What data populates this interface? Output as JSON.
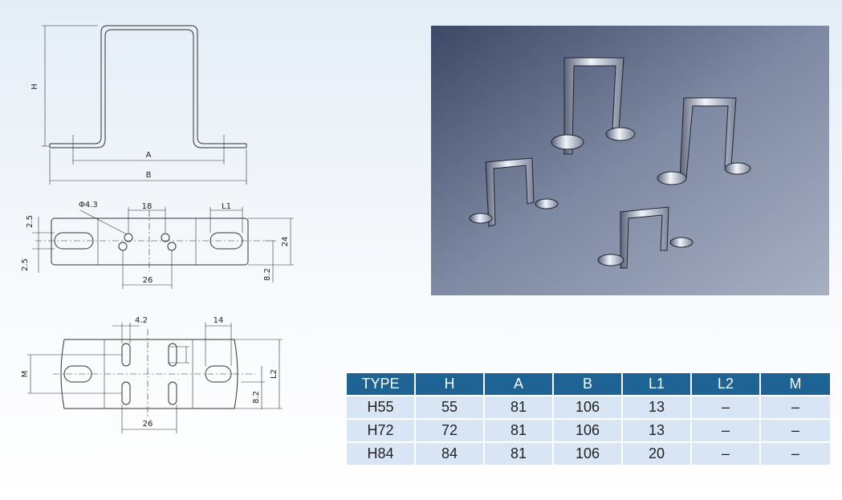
{
  "drawing": {
    "front_view": {
      "label_h": "H",
      "label_a": "A",
      "label_b": "B"
    },
    "base_plan": {
      "dim_hole": "Φ4.3",
      "dim_18": "18",
      "dim_l1": "L1",
      "dim_2_5_top": "2.5",
      "dim_2_5_bottom": "2.5",
      "dim_26": "26",
      "dim_24": "24",
      "dim_8_2": "8.2"
    },
    "base_plan_alt": {
      "dim_4_2": "4.2",
      "dim_14": "14",
      "dim_m": "M",
      "dim_l2": "L2",
      "dim_8_2": "8.2",
      "dim_26": "26"
    }
  },
  "photo": {
    "background": "#5d6883"
  },
  "table": {
    "headers": [
      "TYPE",
      "H",
      "A",
      "B",
      "L1",
      "L2",
      "M"
    ],
    "rows": [
      [
        "H55",
        "55",
        "81",
        "106",
        "13",
        "–",
        "–"
      ],
      [
        "H72",
        "72",
        "81",
        "106",
        "13",
        "–",
        "–"
      ],
      [
        "H84",
        "84",
        "81",
        "106",
        "20",
        "–",
        "–"
      ]
    ],
    "header_color": "#1d6394",
    "row_color": "#d7e5f4"
  }
}
